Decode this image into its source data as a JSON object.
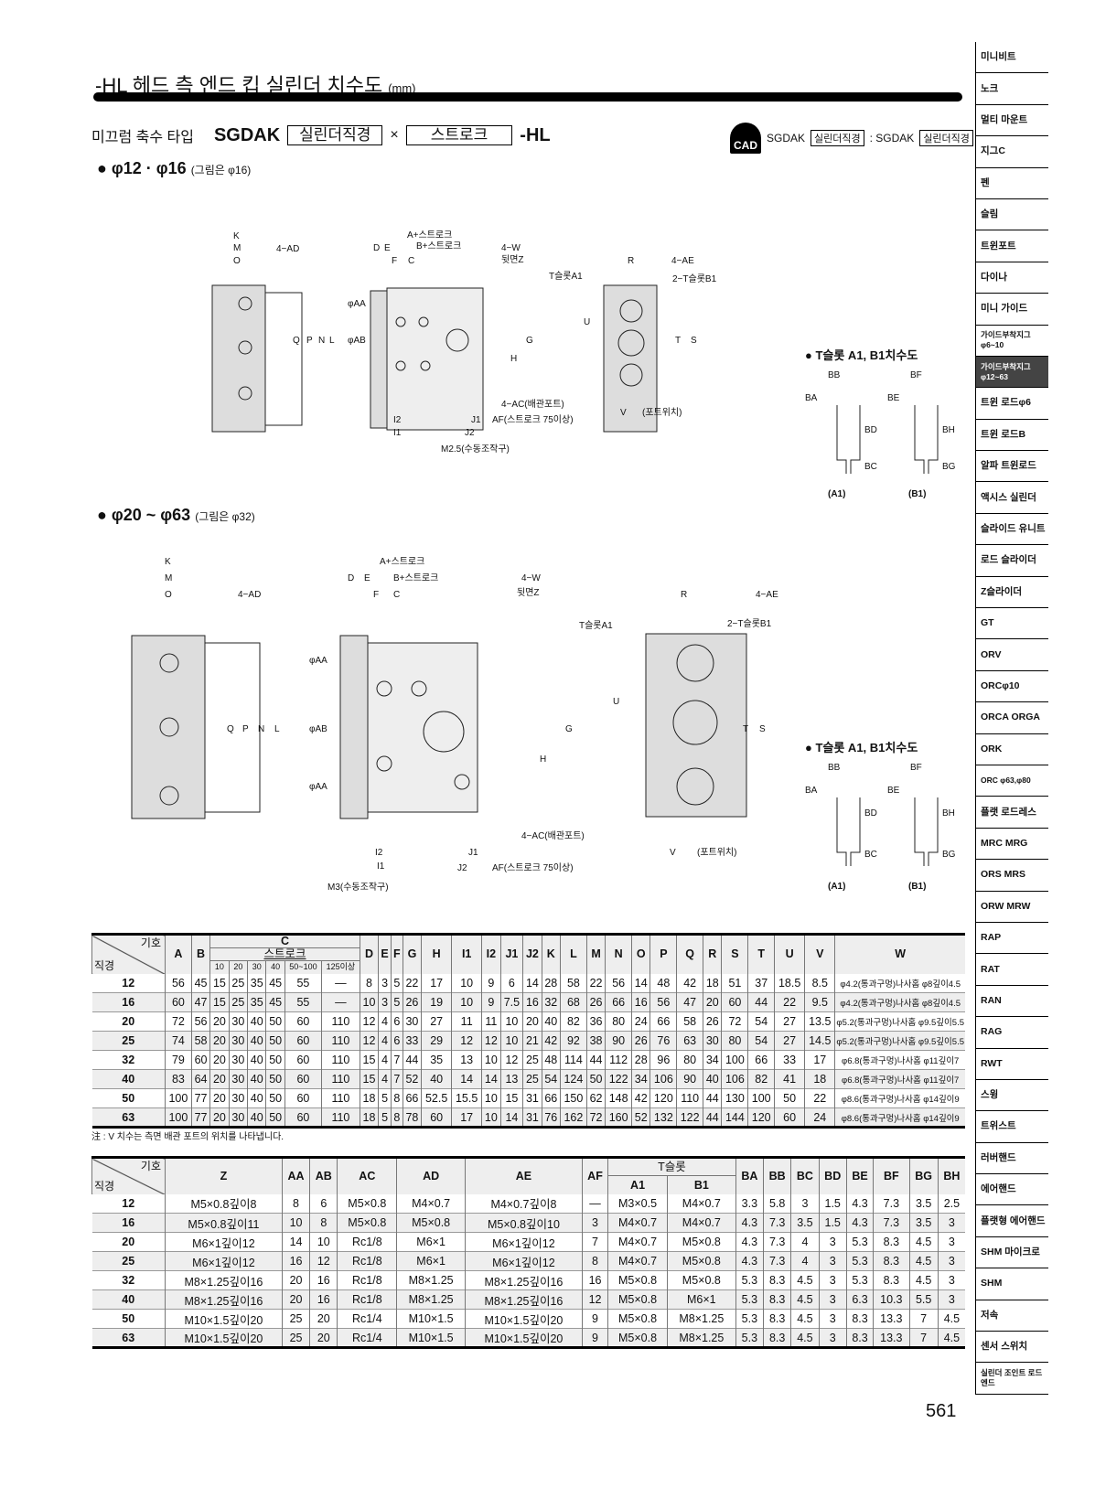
{
  "header": {
    "title": "-HL 헤드 측 엔드 킵 실린더 치수도",
    "unit": "(mm)"
  },
  "model": {
    "prefix": "미끄럼 축수 타입",
    "code": "SGDAK",
    "box1": "실린더직경",
    "times": "×",
    "box2": "스트로크",
    "suffix": "-HL"
  },
  "cad": {
    "icon": "CAD",
    "t1": "SGDAK",
    "b1": "실린더직경",
    "sep": ": SGDAK",
    "b2": "실린더직경"
  },
  "sections": [
    {
      "label": "● φ12 · φ16",
      "note": "(그림은 φ16)"
    },
    {
      "label": "● φ20 ~ φ63",
      "note": "(그림은 φ32)"
    }
  ],
  "tslot": {
    "title": "● T슬롯 A1, B1치수도",
    "a1": "(A1)",
    "b1": "(B1)"
  },
  "labels": {
    "K": "K",
    "M": "M",
    "O": "O",
    "AD": "4−AD",
    "A": "A+스트로크",
    "B": "B+스트로크",
    "D": "D",
    "E": "E",
    "F": "F",
    "C": "C",
    "W": "4−W",
    "Z": "뒷면Z",
    "AA": "φAA",
    "AB": "φAB",
    "Q": "Q",
    "P": "P",
    "N": "N",
    "L": "L",
    "G": "G",
    "H": "H",
    "I1": "I1",
    "I2": "I2",
    "J1": "J1",
    "J2": "J2",
    "AC": "4−AC(배관포트)",
    "AF": "AF(스트로크 75이상)",
    "M25": "M2.5(수동조작구)",
    "M3": "M3(수동조작구)",
    "TA1": "T슬롯A1",
    "R": "R",
    "AE": "4−AE",
    "TB1": "2−T슬롯B1",
    "U": "U",
    "T": "T",
    "S": "S",
    "V": "V",
    "port": "(포트위치)",
    "BB": "BB",
    "BF": "BF",
    "BA": "BA",
    "BE": "BE",
    "BD": "BD",
    "BH": "BH",
    "BC": "BC",
    "BG": "BG"
  },
  "table1": {
    "corner_top": "기호",
    "corner_bottom": "직경",
    "C": "C",
    "stroke": "스트로크",
    "stroke_cols": [
      "10",
      "20",
      "30",
      "40",
      "50~100",
      "125이상"
    ],
    "headers": [
      "A",
      "B",
      "D",
      "E",
      "F",
      "G",
      "H",
      "I1",
      "I2",
      "J1",
      "J2",
      "K",
      "L",
      "M",
      "N",
      "O",
      "P",
      "Q",
      "R",
      "S",
      "T",
      "U",
      "V",
      "W"
    ],
    "rows": [
      [
        "12",
        "56",
        "45",
        "15",
        "25",
        "35",
        "45",
        "55",
        "—",
        "8",
        "3",
        "5",
        "22",
        "17",
        "10",
        "9",
        "6",
        "14",
        "28",
        "58",
        "22",
        "56",
        "14",
        "48",
        "42",
        "18",
        "51",
        "37",
        "18.5",
        "8.5",
        "φ4.2(통과구멍)나사홈 φ8깊이4.5"
      ],
      [
        "16",
        "60",
        "47",
        "15",
        "25",
        "35",
        "45",
        "55",
        "—",
        "10",
        "3",
        "5",
        "26",
        "19",
        "10",
        "9",
        "7.5",
        "16",
        "32",
        "68",
        "26",
        "66",
        "16",
        "56",
        "47",
        "20",
        "60",
        "44",
        "22",
        "9.5",
        "φ4.2(통과구멍)나사홈 φ8깊이4.5"
      ],
      [
        "20",
        "72",
        "56",
        "20",
        "30",
        "40",
        "50",
        "60",
        "110",
        "12",
        "4",
        "6",
        "30",
        "27",
        "11",
        "11",
        "10",
        "20",
        "40",
        "82",
        "36",
        "80",
        "24",
        "66",
        "58",
        "26",
        "72",
        "54",
        "27",
        "13.5",
        "φ5.2(통과구멍)나사홈 φ9.5깊이5.5"
      ],
      [
        "25",
        "74",
        "58",
        "20",
        "30",
        "40",
        "50",
        "60",
        "110",
        "12",
        "4",
        "6",
        "33",
        "29",
        "12",
        "12",
        "10",
        "21",
        "42",
        "92",
        "38",
        "90",
        "26",
        "76",
        "63",
        "30",
        "80",
        "54",
        "27",
        "14.5",
        "φ5.2(통과구멍)나사홈 φ9.5깊이5.5"
      ],
      [
        "32",
        "79",
        "60",
        "20",
        "30",
        "40",
        "50",
        "60",
        "110",
        "15",
        "4",
        "7",
        "44",
        "35",
        "13",
        "10",
        "12",
        "25",
        "48",
        "114",
        "44",
        "112",
        "28",
        "96",
        "80",
        "34",
        "100",
        "66",
        "33",
        "17",
        "φ6.8(통과구멍)나사홈 φ11깊이7"
      ],
      [
        "40",
        "83",
        "64",
        "20",
        "30",
        "40",
        "50",
        "60",
        "110",
        "15",
        "4",
        "7",
        "52",
        "40",
        "14",
        "14",
        "13",
        "25",
        "54",
        "124",
        "50",
        "122",
        "34",
        "106",
        "90",
        "40",
        "106",
        "82",
        "41",
        "18",
        "φ6.8(통과구멍)나사홈 φ11깊이7"
      ],
      [
        "50",
        "100",
        "77",
        "20",
        "30",
        "40",
        "50",
        "60",
        "110",
        "18",
        "5",
        "8",
        "66",
        "52.5",
        "15.5",
        "10",
        "15",
        "31",
        "66",
        "150",
        "62",
        "148",
        "42",
        "120",
        "110",
        "44",
        "130",
        "100",
        "50",
        "22",
        "φ8.6(통과구멍)나사홈 φ14깊이9"
      ],
      [
        "63",
        "100",
        "77",
        "20",
        "30",
        "40",
        "50",
        "60",
        "110",
        "18",
        "5",
        "8",
        "78",
        "60",
        "17",
        "10",
        "14",
        "31",
        "76",
        "162",
        "72",
        "160",
        "52",
        "132",
        "122",
        "44",
        "144",
        "120",
        "60",
        "24",
        "φ8.6(통과구멍)나사홈 φ14깊이9"
      ]
    ]
  },
  "note": "注 : V 치수는 측면 배관 포트의 위치를 나타냅니다.",
  "table2": {
    "corner_top": "기호",
    "corner_bottom": "직경",
    "tslot": "T슬롯",
    "headers": [
      "Z",
      "AA",
      "AB",
      "AC",
      "AD",
      "AE",
      "AF"
    ],
    "sub": [
      "A1",
      "B1"
    ],
    "tail": [
      "BA",
      "BB",
      "BC",
      "BD",
      "BE",
      "BF",
      "BG",
      "BH"
    ],
    "rows": [
      [
        "12",
        "M5×0.8깊이8",
        "8",
        "6",
        "M5×0.8",
        "M4×0.7",
        "M4×0.7깊이8",
        "—",
        "M3×0.5",
        "M4×0.7",
        "3.3",
        "5.8",
        "3",
        "1.5",
        "4.3",
        "7.3",
        "3.5",
        "2.5"
      ],
      [
        "16",
        "M5×0.8깊이11",
        "10",
        "8",
        "M5×0.8",
        "M5×0.8",
        "M5×0.8깊이10",
        "3",
        "M4×0.7",
        "M4×0.7",
        "4.3",
        "7.3",
        "3.5",
        "1.5",
        "4.3",
        "7.3",
        "3.5",
        "3"
      ],
      [
        "20",
        "M6×1깊이12",
        "14",
        "10",
        "Rc1/8",
        "M6×1",
        "M6×1깊이12",
        "7",
        "M4×0.7",
        "M5×0.8",
        "4.3",
        "7.3",
        "4",
        "3",
        "5.3",
        "8.3",
        "4.5",
        "3"
      ],
      [
        "25",
        "M6×1깊이12",
        "16",
        "12",
        "Rc1/8",
        "M6×1",
        "M6×1깊이12",
        "8",
        "M4×0.7",
        "M5×0.8",
        "4.3",
        "7.3",
        "4",
        "3",
        "5.3",
        "8.3",
        "4.5",
        "3"
      ],
      [
        "32",
        "M8×1.25깊이16",
        "20",
        "16",
        "Rc1/8",
        "M8×1.25",
        "M8×1.25깊이16",
        "16",
        "M5×0.8",
        "M5×0.8",
        "5.3",
        "8.3",
        "4.5",
        "3",
        "5.3",
        "8.3",
        "4.5",
        "3"
      ],
      [
        "40",
        "M8×1.25깊이16",
        "20",
        "16",
        "Rc1/8",
        "M8×1.25",
        "M8×1.25깊이16",
        "12",
        "M5×0.8",
        "M6×1",
        "5.3",
        "8.3",
        "4.5",
        "3",
        "6.3",
        "10.3",
        "5.5",
        "3"
      ],
      [
        "50",
        "M10×1.5깊이20",
        "25",
        "20",
        "Rc1/4",
        "M10×1.5",
        "M10×1.5깊이20",
        "9",
        "M5×0.8",
        "M8×1.25",
        "5.3",
        "8.3",
        "4.5",
        "3",
        "8.3",
        "13.3",
        "7",
        "4.5"
      ],
      [
        "63",
        "M10×1.5깊이20",
        "25",
        "20",
        "Rc1/4",
        "M10×1.5",
        "M10×1.5깊이20",
        "9",
        "M5×0.8",
        "M8×1.25",
        "5.3",
        "8.3",
        "4.5",
        "3",
        "8.3",
        "13.3",
        "7",
        "4.5"
      ]
    ]
  },
  "sidebar": [
    "미니비트",
    "노크",
    "멀티 마운트",
    "지그C",
    "펜",
    "슬림",
    "트윈포트",
    "다이나",
    "미니 가이드",
    "가이드부착지그 φ6~10",
    "가이드부착지그 φ12~63",
    "트윈 로드φ6",
    "트윈 로드B",
    "알파 트윈로드",
    "액시스 실린더",
    "슬라이드 유니트",
    "로드 슬라이더",
    "Z슬라이더",
    "GT",
    "ORV",
    "ORCφ10",
    "ORCA ORGA",
    "ORK",
    "ORC φ63,φ80",
    "플랫 로드레스",
    "MRC MRG",
    "ORS MRS",
    "ORW MRW",
    "RAP",
    "RAT",
    "RAN",
    "RAG",
    "RWT",
    "스윙",
    "트위스트",
    "러버핸드",
    "에어핸드",
    "플랫형 에어핸드",
    "SHM 마이크로",
    "SHM",
    "저속",
    "센서 스위치",
    "실린더 조인트 로드엔드"
  ],
  "sidebar_active": 10,
  "page_number": "561"
}
